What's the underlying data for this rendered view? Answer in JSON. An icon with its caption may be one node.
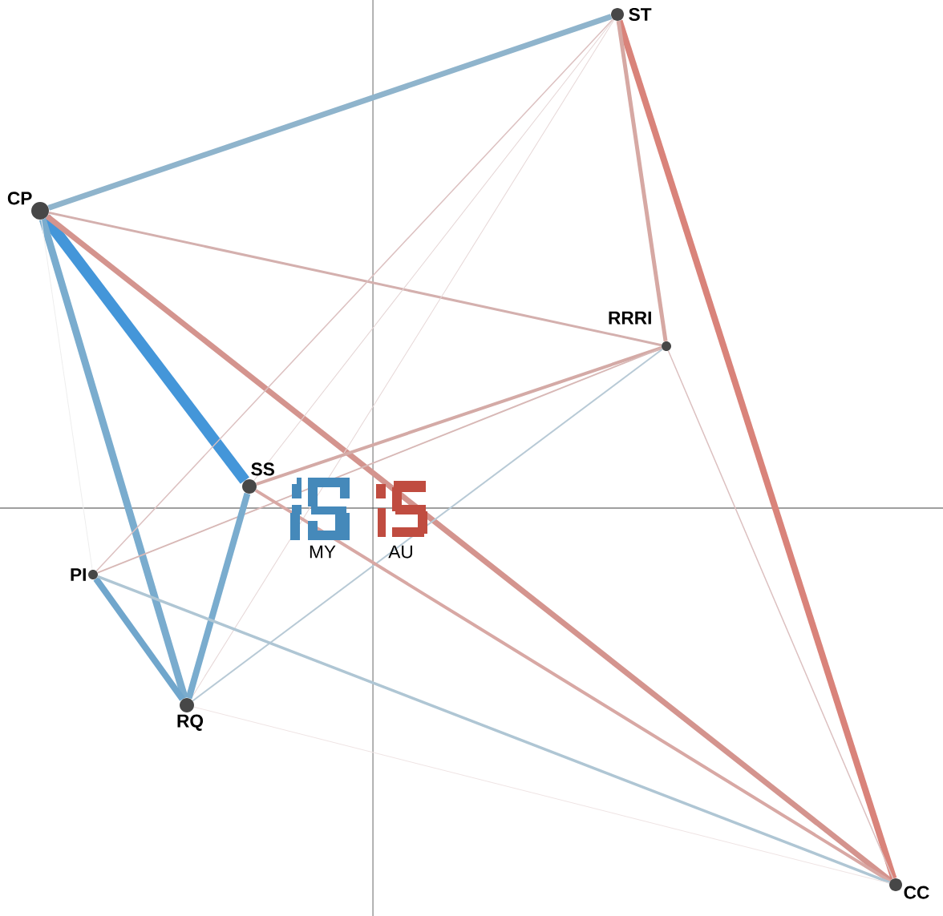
{
  "diagram": {
    "nodes": [
      {
        "text": [
          "ST"
        ]
      },
      {
        "text": [
          "CP"
        ]
      },
      {
        "text": [
          "RRRI"
        ]
      },
      {
        "text": [
          "SS"
        ]
      },
      {
        "text": [
          "PI"
        ]
      },
      {
        "text": [
          "RQ"
        ]
      },
      {
        "text": [
          "CC"
        ]
      }
    ],
    "edges": [
      {
        "from": 1,
        "to": 0,
        "arrow": "none",
        "style": "thick",
        "color": "#8fb4cc"
      },
      {
        "from": 1,
        "to": 3,
        "arrow": "none",
        "style": "thick",
        "color": "#4496d9"
      },
      {
        "from": 1,
        "to": 5,
        "arrow": "none",
        "style": "thick",
        "color": "#7aacce"
      },
      {
        "from": 1,
        "to": 6,
        "arrow": "none",
        "style": "thick",
        "color": "#d4948e"
      },
      {
        "from": 1,
        "to": 2,
        "arrow": "none",
        "color": "#d4b0ae"
      },
      {
        "from": 1,
        "to": 4,
        "arrow": "none",
        "color": "#eeeeee"
      },
      {
        "from": 0,
        "to": 6,
        "arrow": "none",
        "style": "thick",
        "color": "#d9837a"
      },
      {
        "from": 0,
        "to": 2,
        "arrow": "none",
        "color": "#d6a8a3"
      },
      {
        "from": 0,
        "to": 4,
        "arrow": "none",
        "color": "#dcc0c0"
      },
      {
        "from": 0,
        "to": 3,
        "arrow": "none",
        "color": "#e4d4d4"
      },
      {
        "from": 0,
        "to": 5,
        "arrow": "none",
        "color": "#e6d6d6"
      },
      {
        "from": 2,
        "to": 3,
        "arrow": "none",
        "color": "#d4aaa6"
      },
      {
        "from": 2,
        "to": 4,
        "arrow": "none",
        "color": "#d8b8b6"
      },
      {
        "from": 2,
        "to": 5,
        "arrow": "none",
        "color": "#b8cad6"
      },
      {
        "from": 2,
        "to": 6,
        "arrow": "none",
        "color": "#dcc0c0"
      },
      {
        "from": 3,
        "to": 5,
        "arrow": "none",
        "style": "thick",
        "color": "#7aacce"
      },
      {
        "from": 3,
        "to": 6,
        "arrow": "none",
        "color": "#d8a8a4"
      },
      {
        "from": 4,
        "to": 5,
        "arrow": "none",
        "style": "thick",
        "color": "#70a6cc"
      },
      {
        "from": 4,
        "to": 6,
        "arrow": "none",
        "color": "#afc6d4"
      },
      {
        "from": 5,
        "to": 6,
        "arrow": "none",
        "color": "#efe4e4"
      }
    ],
    "labels": [
      "MY",
      "AU"
    ]
  }
}
